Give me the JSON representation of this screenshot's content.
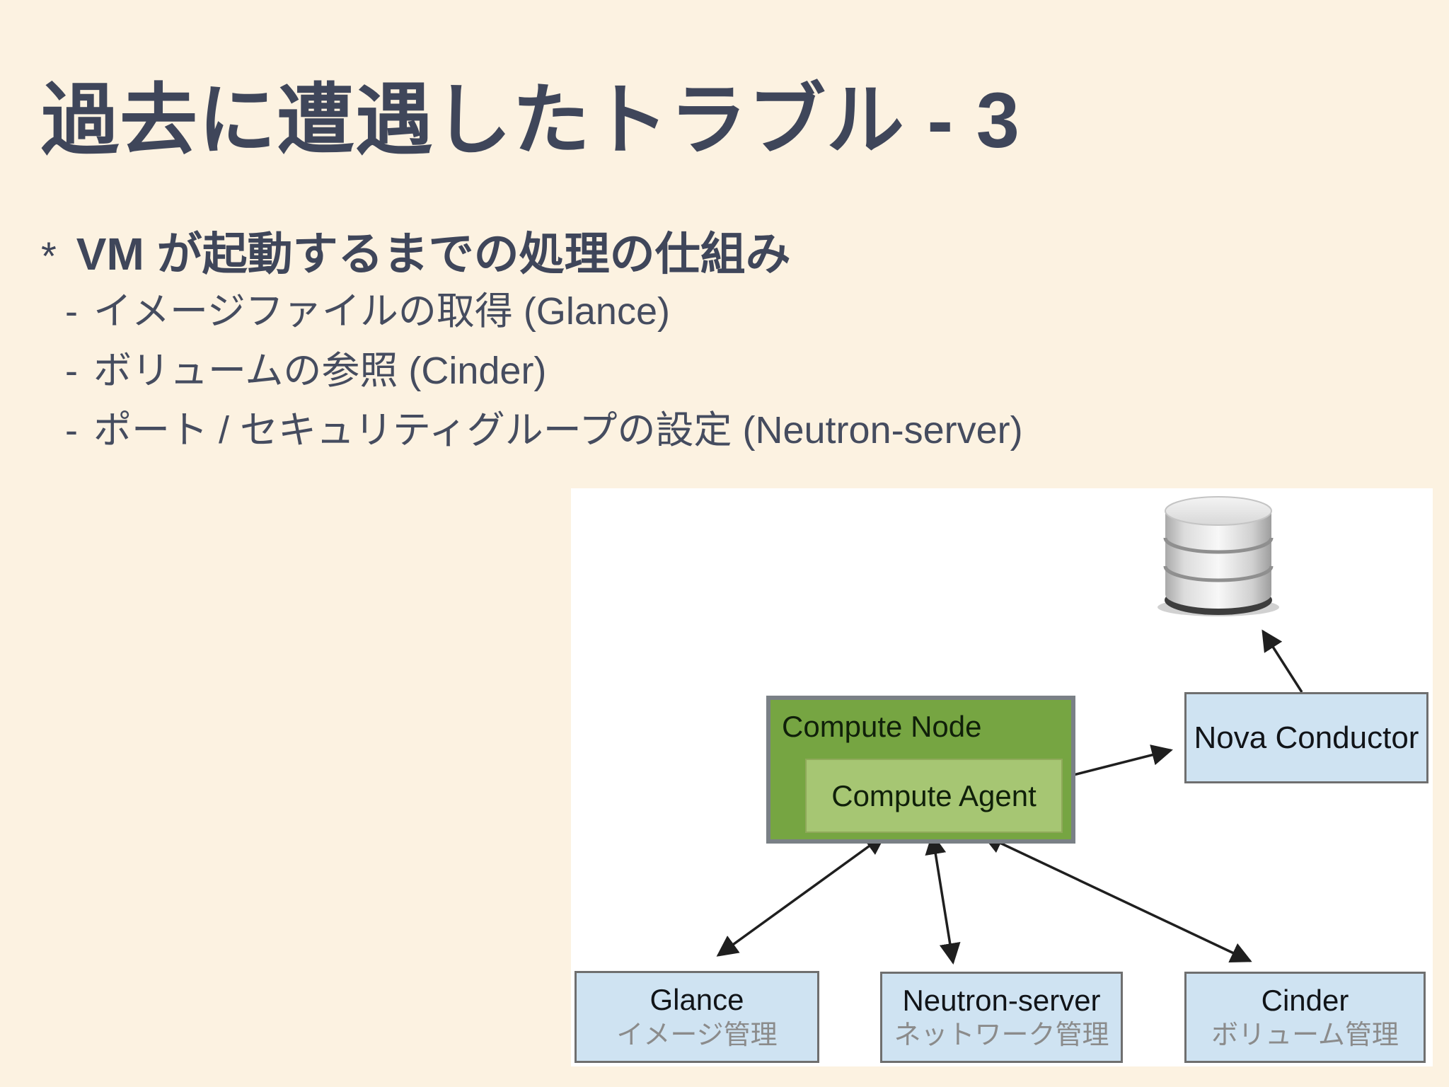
{
  "slide": {
    "title": "過去に遭遇したトラブル - 3",
    "bullet": {
      "marker": "*",
      "text": "VM が起動するまでの処理の仕組み"
    },
    "sub_bullets": [
      {
        "marker": "-",
        "text": "イメージファイルの取得 (Glance)"
      },
      {
        "marker": "-",
        "text": "ボリュームの参照 (Cinder)"
      },
      {
        "marker": "-",
        "text": "ポート / セキュリティグループの設定 (Neutron-server)"
      }
    ]
  },
  "diagram": {
    "nodes": {
      "compute_node": "Compute Node",
      "compute_agent": "Compute Agent",
      "nova_conductor": "Nova Conductor"
    },
    "icons": {
      "database": "database-icon"
    },
    "services": [
      {
        "name": "Glance",
        "caption": "イメージ管理"
      },
      {
        "name": "Neutron-server",
        "caption": "ネットワーク管理"
      },
      {
        "name": "Cinder",
        "caption": "ボリューム管理"
      }
    ]
  },
  "colors": {
    "background": "#fcf2e1",
    "heading_text": "#3f465a",
    "body_text": "#454c5f",
    "panel_background": "#ffffff",
    "compute_node_fill": "#76a542",
    "compute_agent_fill": "#a6c673",
    "service_box_fill": "#cfe3f2",
    "box_border_gray": "#7a8086",
    "diagram_label": "#10200a",
    "service_caption": "#8b8b8b",
    "arrow": "#1f1f1f"
  }
}
